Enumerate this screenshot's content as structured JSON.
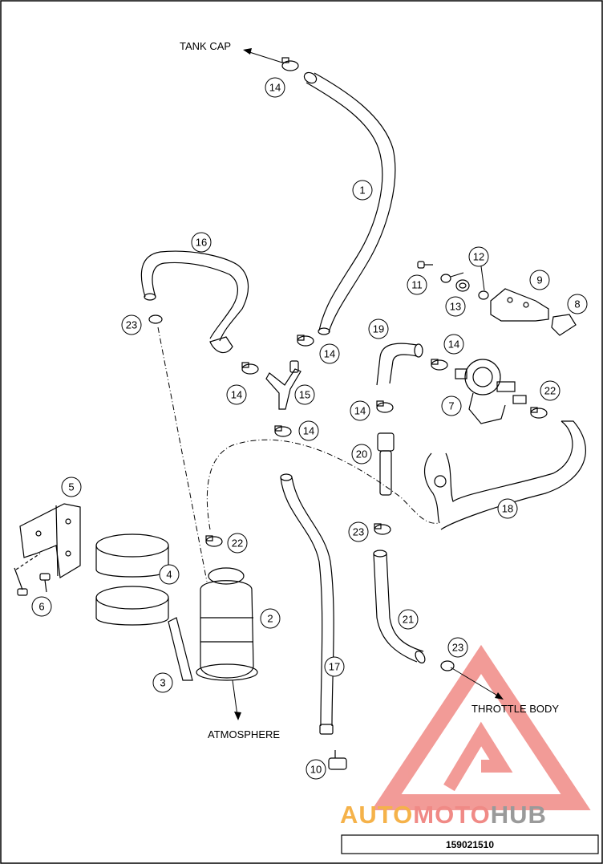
{
  "labels": {
    "tank_cap": "TANK CAP",
    "atmosphere": "ATMOSPHERE",
    "throttle_body": "THROTTLE BODY"
  },
  "callouts": [
    "14",
    "1",
    "16",
    "23",
    "14",
    "14",
    "15",
    "14",
    "12",
    "11",
    "13",
    "9",
    "8",
    "19",
    "14",
    "22",
    "7",
    "14",
    "20",
    "5",
    "22",
    "18",
    "23",
    "4",
    "6",
    "2",
    "21",
    "23",
    "3",
    "17",
    "10"
  ],
  "watermark": {
    "part1": "AUTO",
    "part2": "MOTO",
    "part3": "HUB",
    "color_red": "#f08a86",
    "color_orange": "#f5b24a",
    "color_grey": "#9a9a9a"
  },
  "diagram_id": "159021510"
}
